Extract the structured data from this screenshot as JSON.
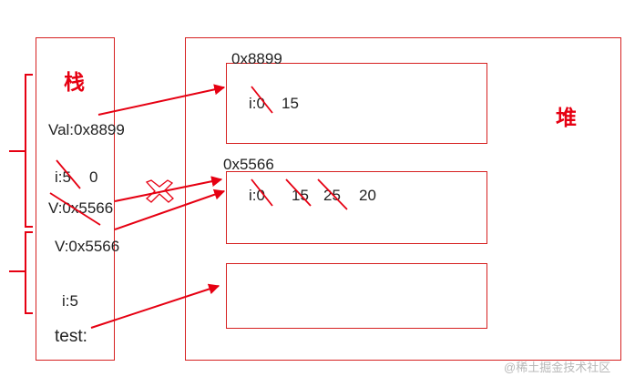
{
  "stack": {
    "title": "栈",
    "val": "Val:0x8899",
    "i_old": "i:5",
    "i_new": "0",
    "v1": "V:0x5566",
    "v2": "V:0x5566",
    "i2": "i:5",
    "test": "test:"
  },
  "heap": {
    "title": "堆",
    "obj1": {
      "address": "0x8899",
      "field": "i:0",
      "value": "15"
    },
    "obj2": {
      "address": "0x5566",
      "field": "i:0",
      "values": [
        "15",
        "25",
        "20"
      ]
    }
  },
  "watermark": "@稀土掘金技术社区",
  "colors": {
    "accent": "#e60012",
    "text": "#222222",
    "watermark": "#b8b8b8"
  }
}
